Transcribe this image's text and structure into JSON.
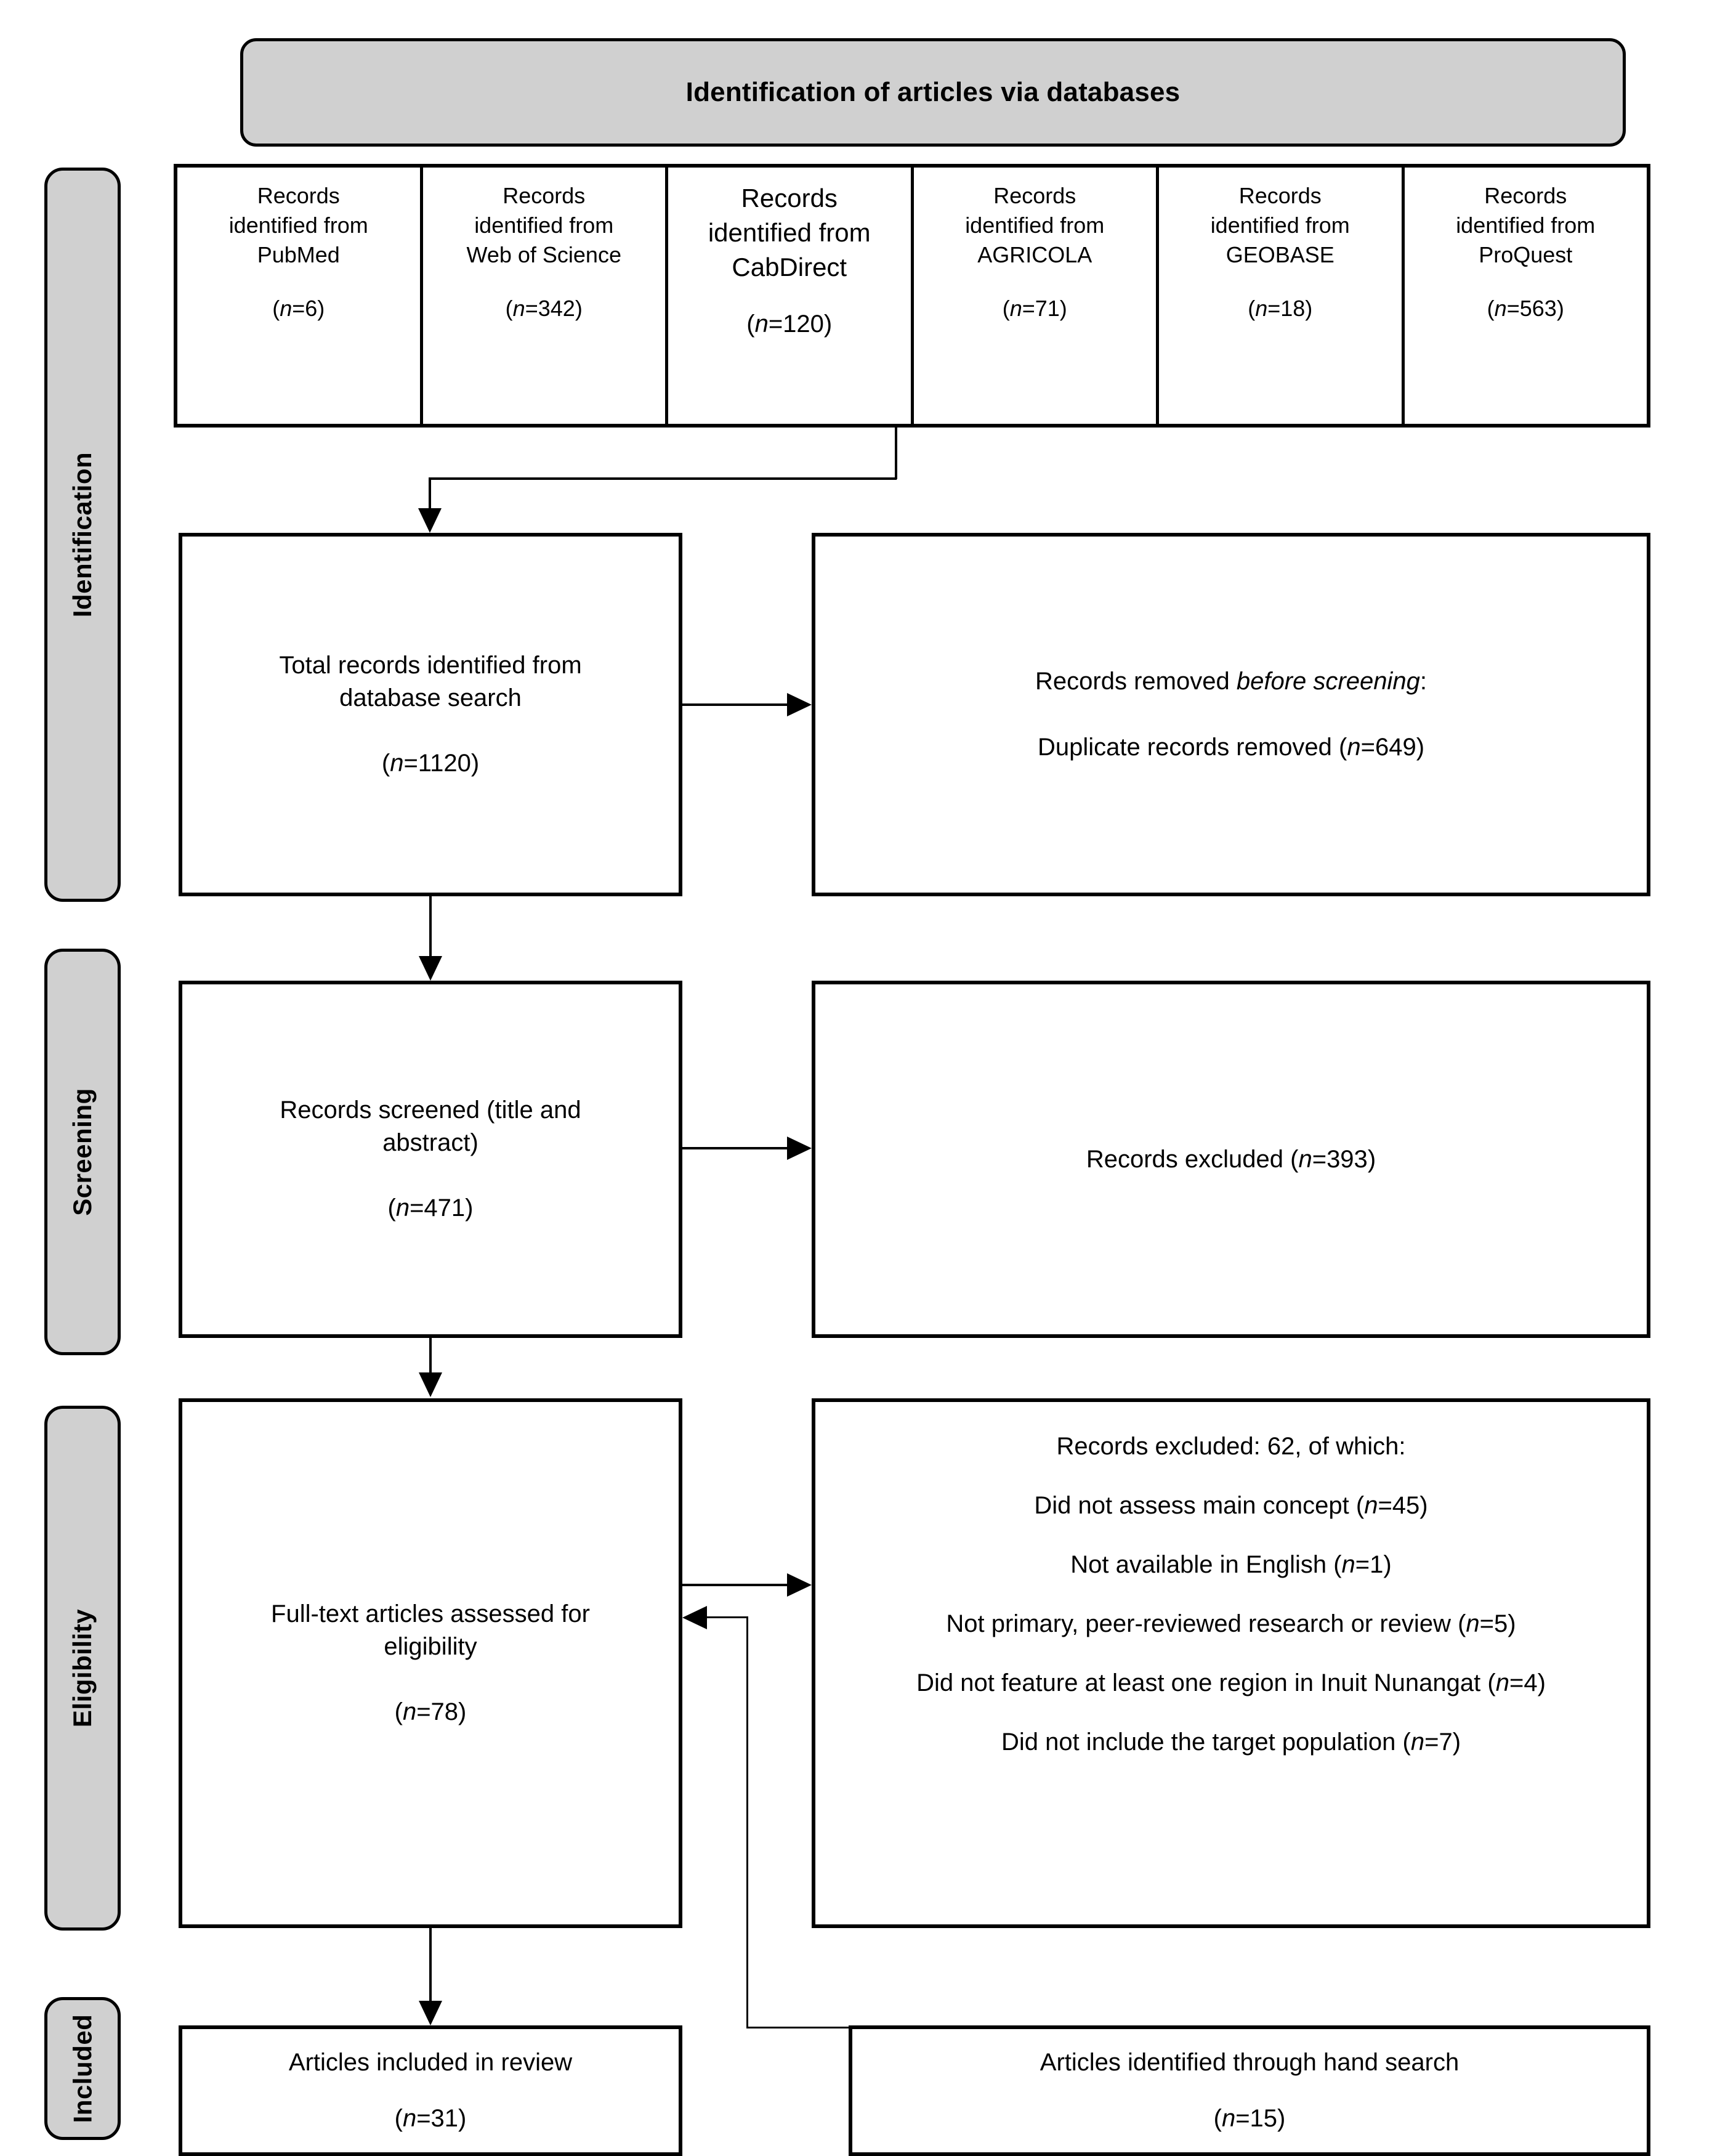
{
  "banner": {
    "title": "Identification of articles via databases"
  },
  "stages": [
    {
      "key": "identification",
      "label": "Identification"
    },
    {
      "key": "screening",
      "label": "Screening"
    },
    {
      "key": "eligibility",
      "label": "Eligibility"
    },
    {
      "key": "included",
      "label": "Included"
    }
  ],
  "databases": [
    {
      "name": "Records identified from PubMed",
      "source": "PubMed",
      "count_label": "(n=6)",
      "count": 6
    },
    {
      "name": "Records identified from Web of Science",
      "source": "Web of Science",
      "count_label": "(n=342)",
      "count": 342
    },
    {
      "name": "Records identified from CabDirect",
      "source": "CabDirect",
      "count_label": "(n=120)",
      "count": 120
    },
    {
      "name": "Records identified from AGRICOLA",
      "source": "AGRICOLA",
      "count_label": "(n=71)",
      "count": 71
    },
    {
      "name": "Records identified from GEOBASE",
      "source": "GEOBASE",
      "count_label": "(n=18)",
      "count": 18
    },
    {
      "name": "Records identified from ProQuest",
      "source": "ProQuest",
      "count_label": "(n=563)",
      "count": 563
    }
  ],
  "db_common": {
    "line1": "Records",
    "line2": "identified from"
  },
  "total_records": {
    "line1": "Total records identified from",
    "line2": "database search",
    "count_label": "(n=1120)",
    "count": 1120
  },
  "removed_before_screening": {
    "heading_plain": "Records removed ",
    "heading_italic": "before screening",
    "heading_colon": ":",
    "detail": "Duplicate records removed (",
    "detail_n": "n",
    "detail_tail": "=649)",
    "duplicates": 649
  },
  "records_screened": {
    "line1": "Records screened (title and",
    "line2": "abstract)",
    "count_label": "(n=471)",
    "count": 471
  },
  "records_excluded_screening": {
    "text_head": "Records excluded (",
    "text_n": "n",
    "text_tail": "=393)",
    "count": 393
  },
  "fulltext_assessed": {
    "line1": "Full-text articles assessed for",
    "line2": "eligibility",
    "count_label": "(n=78)",
    "count": 78
  },
  "records_excluded_eligibility": {
    "heading": "Records excluded: 62, of which:",
    "total": 62,
    "reasons": [
      {
        "text": "Did not assess main concept (",
        "n_label": "n",
        "tail": "=45)",
        "count": 45
      },
      {
        "text": "Not available in English (",
        "n_label": "n",
        "tail": "=1)",
        "count": 1
      },
      {
        "text": "Not primary, peer-reviewed research or review (",
        "n_label": "n",
        "tail": "=5)",
        "count": 5
      },
      {
        "text": "Did not feature at least one region in Inuit Nunangat (",
        "n_label": "n",
        "tail": "=4)",
        "count": 4
      },
      {
        "text": "Did not include the target population (",
        "n_label": "n",
        "tail": "=7)",
        "count": 7
      }
    ]
  },
  "articles_included": {
    "line1": "Articles included in review",
    "count_label": "(n=31)",
    "count": 31
  },
  "hand_search": {
    "line1": "Articles identified through hand search",
    "count_label": "(n=15)",
    "count": 15
  },
  "colors": {
    "pill_fill": "#d0d0d0",
    "stroke": "#000000",
    "box_fill": "#ffffff"
  }
}
